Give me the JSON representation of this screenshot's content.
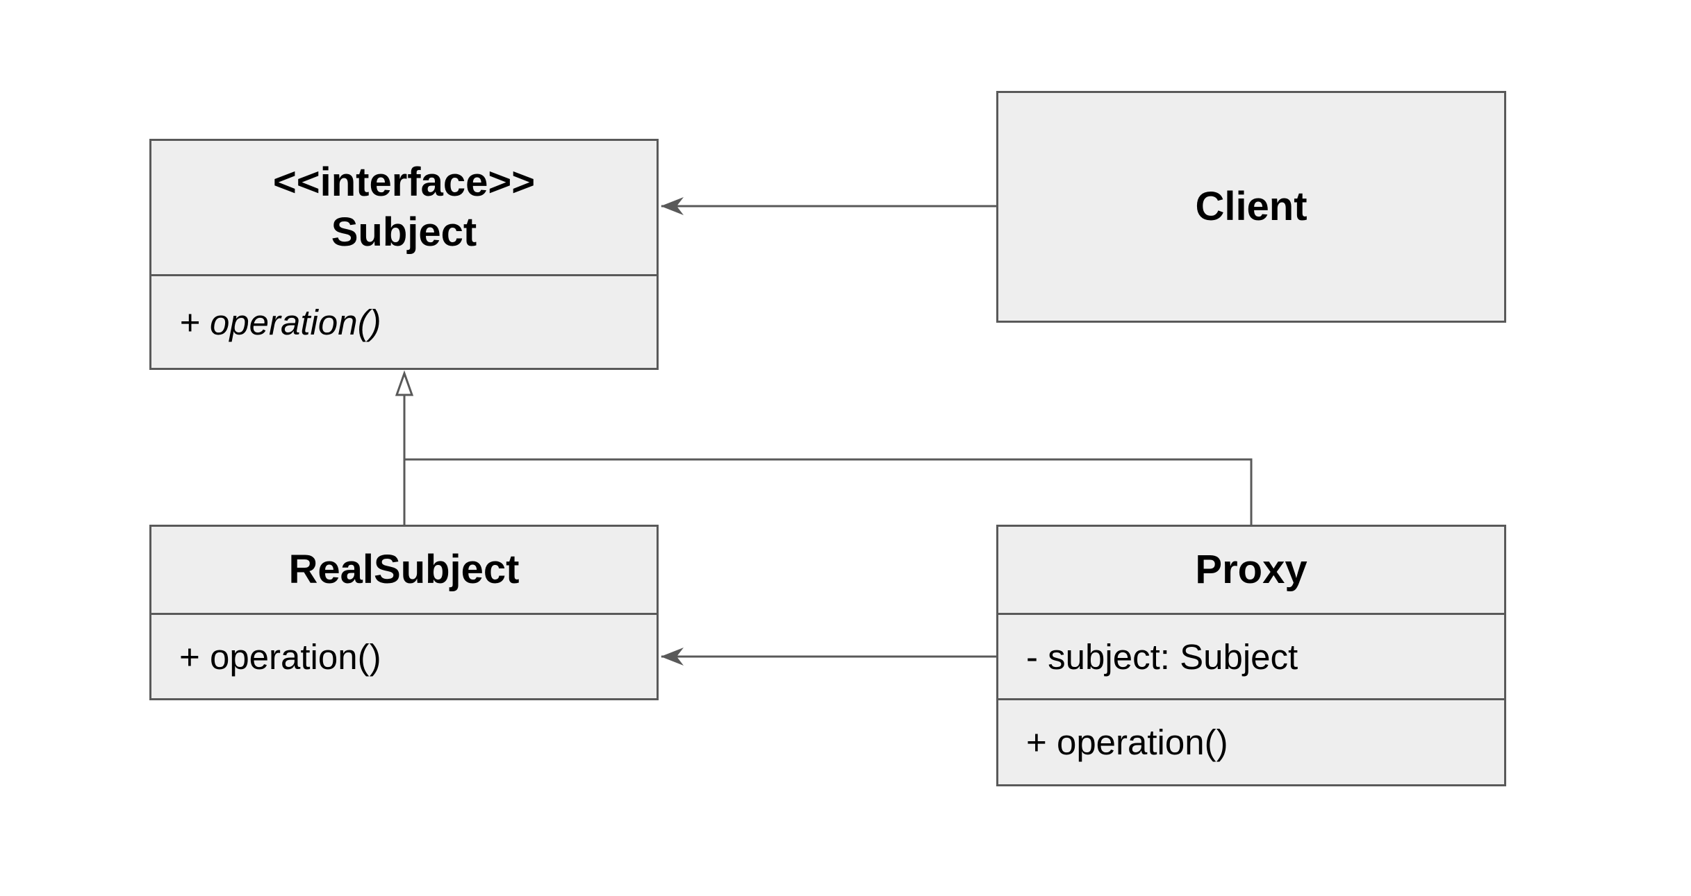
{
  "classes": {
    "subject": {
      "stereotype": "<<interface>>",
      "name": "Subject",
      "operations": [
        "+ operation()"
      ]
    },
    "client": {
      "name": "Client"
    },
    "real_subject": {
      "name": "RealSubject",
      "operations": [
        "+ operation()"
      ]
    },
    "proxy": {
      "name": "Proxy",
      "attributes": [
        "- subject: Subject"
      ],
      "operations": [
        "+ operation()"
      ]
    }
  },
  "relations": [
    {
      "from": "Client",
      "to": "Subject",
      "kind": "association-arrow"
    },
    {
      "from": "RealSubject",
      "to": "Subject",
      "kind": "realization"
    },
    {
      "from": "Proxy",
      "to": "Subject",
      "kind": "realization"
    },
    {
      "from": "Proxy",
      "to": "RealSubject",
      "kind": "association-arrow"
    }
  ],
  "colors": {
    "box_fill": "#eeeeee",
    "line": "#595959",
    "text": "#000000"
  }
}
